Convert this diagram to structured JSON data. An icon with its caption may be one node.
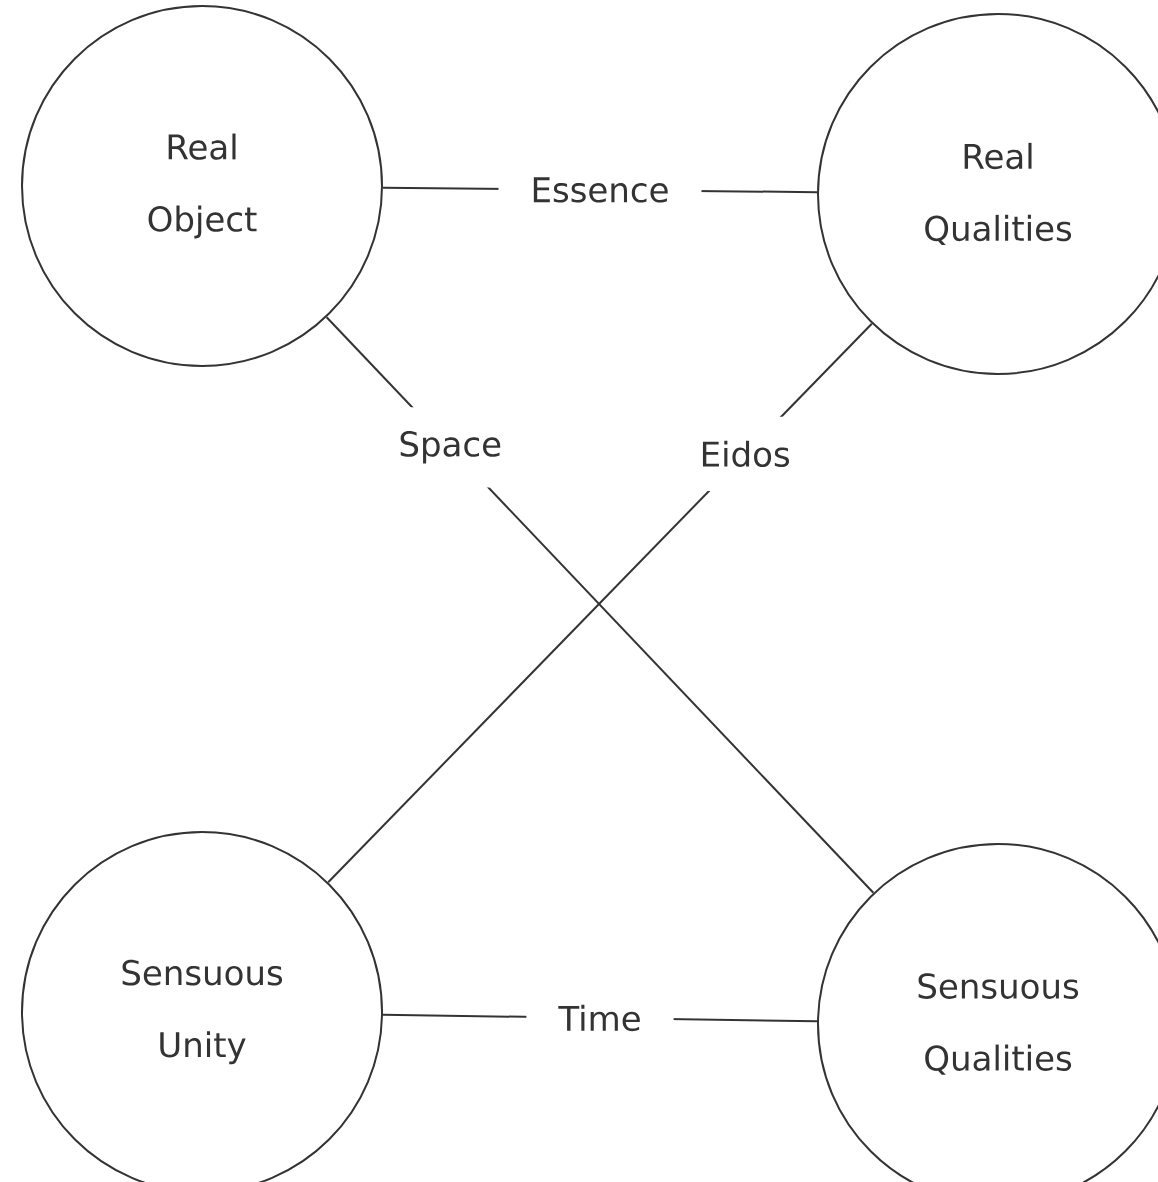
{
  "diagram": {
    "nodes": [
      {
        "text": [
          "Real Object"
        ]
      },
      {
        "text": [
          "Real Qualities"
        ]
      },
      {
        "text": [
          "Sensuous Unity"
        ]
      },
      {
        "text": [
          "Sensuous Qualities"
        ]
      }
    ],
    "edges": [
      {
        "from": 0,
        "to": 1,
        "arrow": "none",
        "label": "Essence"
      },
      {
        "from": 0,
        "to": 3,
        "arrow": "none",
        "label": "Space"
      },
      {
        "from": 1,
        "to": 2,
        "arrow": "none",
        "label": "Eidos"
      },
      {
        "from": 2,
        "to": 3,
        "arrow": "none",
        "label": "Time"
      }
    ]
  }
}
